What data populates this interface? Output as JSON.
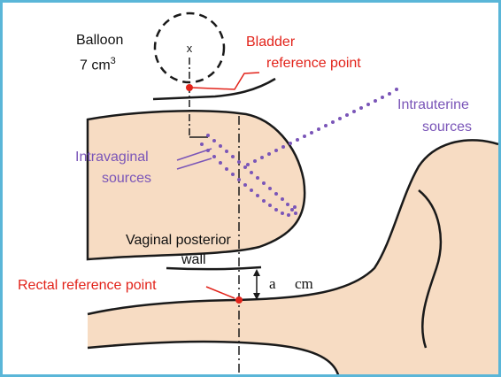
{
  "labels": {
    "balloon": "Balloon",
    "balloon_volume": "7 cm",
    "balloon_volume_exp": "3",
    "bladder_line1": "Bladder",
    "bladder_line2": "reference point",
    "intrauterine_line1": "Intrauterine",
    "intrauterine_line2": "sources",
    "intravaginal_line1": "Intravaginal",
    "intravaginal_line2": "sources",
    "vaginal_line1": "Vaginal posterior",
    "vaginal_line2": "wall",
    "rectal": "Rectal reference point",
    "distance_var": "a",
    "distance_unit": "cm"
  },
  "colors": {
    "tissue": "#f7dcc3",
    "outline": "#1a1a1a",
    "reference_point": "#e2231a",
    "source_dots": "#7a55b8",
    "frame": "#5ab6d8"
  }
}
